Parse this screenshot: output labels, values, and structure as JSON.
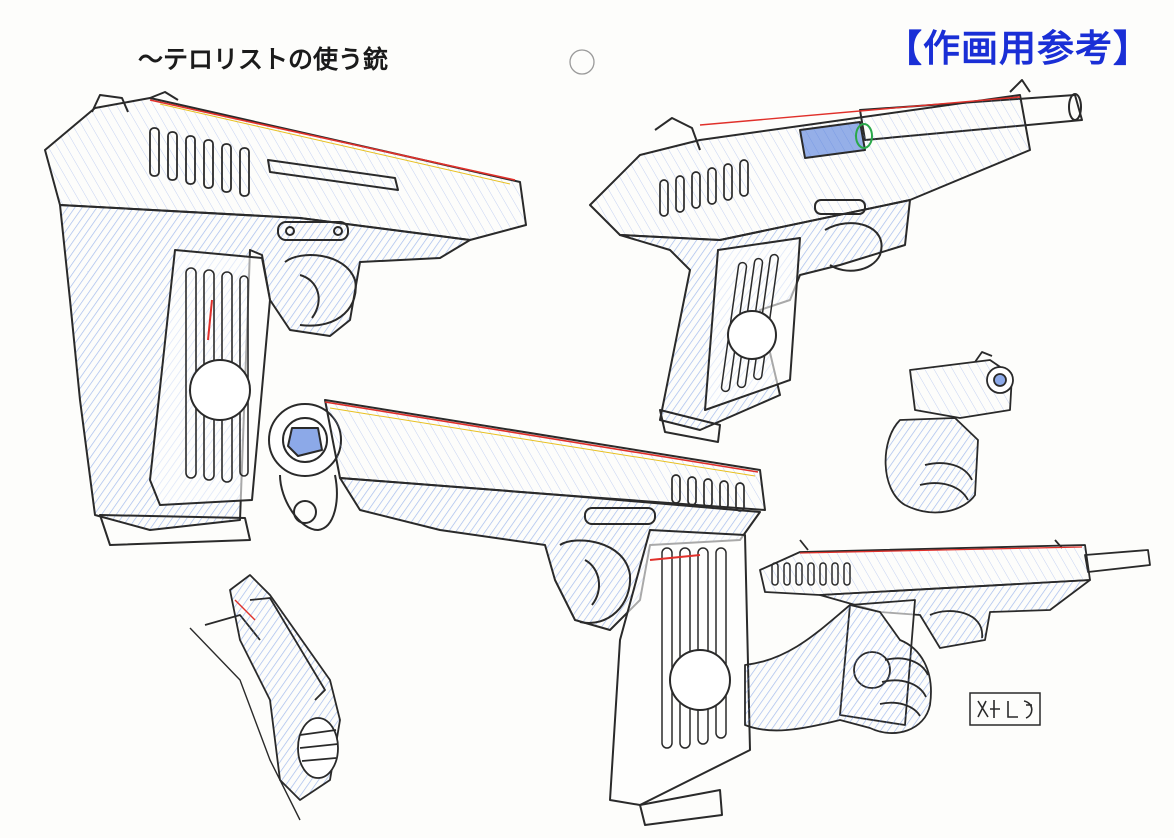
{
  "sheet": {
    "caption": "〜テロリストの使う銃",
    "reference_label": "【作画用参考】",
    "reference_label_color": "#1a2fd6",
    "artist_stamp": "対上七"
  },
  "colors": {
    "pencil": "#2a2a2a",
    "blue_shade": "#3f6fd8",
    "red_line": "#e0302a",
    "yellow_line": "#e8c020",
    "green_accent": "#2aa84a"
  },
  "drawings": [
    {
      "name": "pistol-left-view"
    },
    {
      "name": "pistol-right-view-slide-locked"
    },
    {
      "name": "pistol-front-three-quarter-view"
    },
    {
      "name": "pistol-held-front-view"
    },
    {
      "name": "pistol-held-side-view"
    },
    {
      "name": "hammer-detail-view"
    }
  ]
}
